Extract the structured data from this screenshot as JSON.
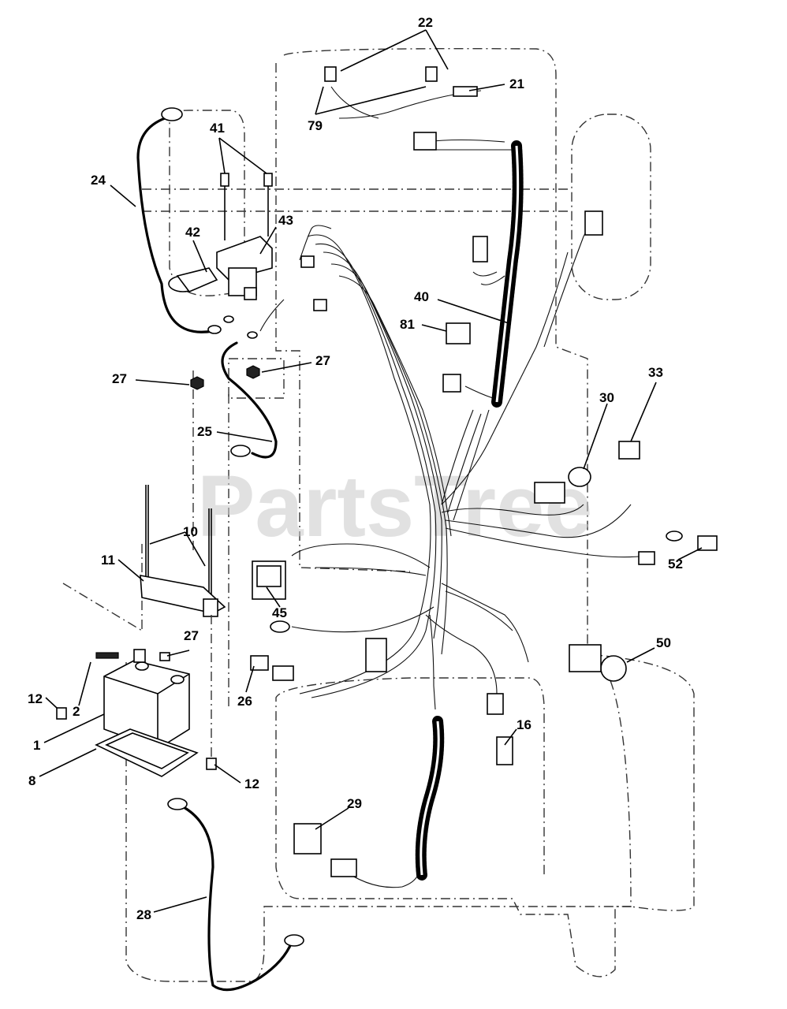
{
  "watermark": "PartsTree",
  "callouts": {
    "c1": "1",
    "c2": "2",
    "c8": "8",
    "c10": "10",
    "c11": "11",
    "c12a": "12",
    "c12b": "12",
    "c16": "16",
    "c21": "21",
    "c22": "22",
    "c24": "24",
    "c25": "25",
    "c26": "26",
    "c27a": "27",
    "c27b": "27",
    "c27c": "27",
    "c28": "28",
    "c29": "29",
    "c30": "30",
    "c33": "33",
    "c40": "40",
    "c41": "41",
    "c42": "42",
    "c43": "43",
    "c45": "45",
    "c50": "50",
    "c52": "52",
    "c79": "79",
    "c81": "81"
  }
}
